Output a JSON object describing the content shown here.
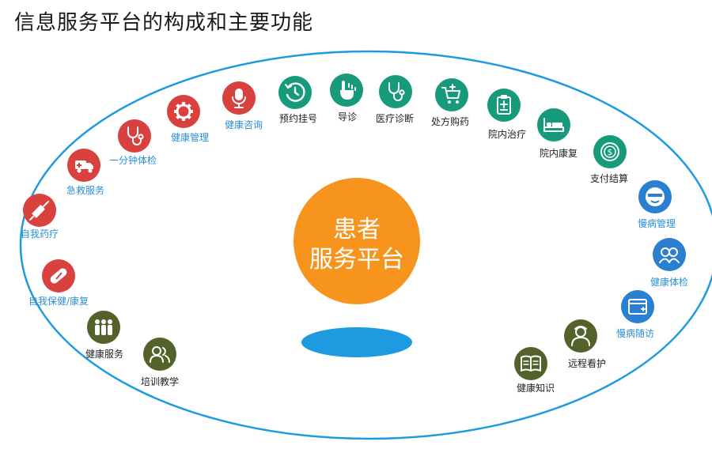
{
  "title": "信息服务平台的构成和主要功能",
  "center": {
    "line1": "患者",
    "line2": "服务平台",
    "color": "#f7941d",
    "platform_color": "#1e9be0"
  },
  "ring_color": "#1e9be0",
  "palette": {
    "red": "#d9413f",
    "green": "#169a7b",
    "blue": "#2a7fd0",
    "olive": "#55612a"
  },
  "nodes": [
    {
      "label": "自我保健/康复",
      "icon": "pill-icon",
      "color": "#d9413f",
      "label_color": "#2a8fd6"
    },
    {
      "label": "自我药疗",
      "icon": "syringe-icon",
      "color": "#d9413f",
      "label_color": "#2a8fd6"
    },
    {
      "label": "急救服务",
      "icon": "ambulance-icon",
      "color": "#d9413f",
      "label_color": "#2a8fd6"
    },
    {
      "label": "一分钟体检",
      "icon": "stethoscope-icon",
      "color": "#d9413f",
      "label_color": "#2a8fd6"
    },
    {
      "label": "健康管理",
      "icon": "gear-icon",
      "color": "#d9413f",
      "label_color": "#2a8fd6"
    },
    {
      "label": "健康咨询",
      "icon": "microphone-icon",
      "color": "#d9413f",
      "label_color": "#2a8fd6"
    },
    {
      "label": "预约挂号",
      "icon": "clock-icon",
      "color": "#169a7b",
      "label_color": "#222222"
    },
    {
      "label": "导诊",
      "icon": "hand-pointer-icon",
      "color": "#169a7b",
      "label_color": "#222222"
    },
    {
      "label": "医疗诊断",
      "icon": "stethoscope-icon",
      "color": "#169a7b",
      "label_color": "#222222"
    },
    {
      "label": "处方购药",
      "icon": "cart-icon",
      "color": "#169a7b",
      "label_color": "#222222"
    },
    {
      "label": "院内治疗",
      "icon": "clipboard-icon",
      "color": "#169a7b",
      "label_color": "#222222"
    },
    {
      "label": "院内康复",
      "icon": "bed-icon",
      "color": "#169a7b",
      "label_color": "#222222"
    },
    {
      "label": "支付结算",
      "icon": "coin-icon",
      "color": "#169a7b",
      "label_color": "#222222"
    },
    {
      "label": "慢病管理",
      "icon": "face-icon",
      "color": "#2a7fd0",
      "label_color": "#2a8fd6"
    },
    {
      "label": "健康体检",
      "icon": "people-icon",
      "color": "#2a7fd0",
      "label_color": "#2a8fd6"
    },
    {
      "label": "慢病随访",
      "icon": "card-icon",
      "color": "#2a7fd0",
      "label_color": "#2a8fd6"
    },
    {
      "label": "远程看护",
      "icon": "nurse-icon",
      "color": "#55612a",
      "label_color": "#222222"
    },
    {
      "label": "健康知识",
      "icon": "book-icon",
      "color": "#55612a",
      "label_color": "#222222"
    },
    {
      "label": "健康服务",
      "icon": "group-icon",
      "color": "#55612a",
      "label_color": "#222222"
    },
    {
      "label": "培训教学",
      "icon": "users-icon",
      "color": "#55612a",
      "label_color": "#222222"
    }
  ]
}
